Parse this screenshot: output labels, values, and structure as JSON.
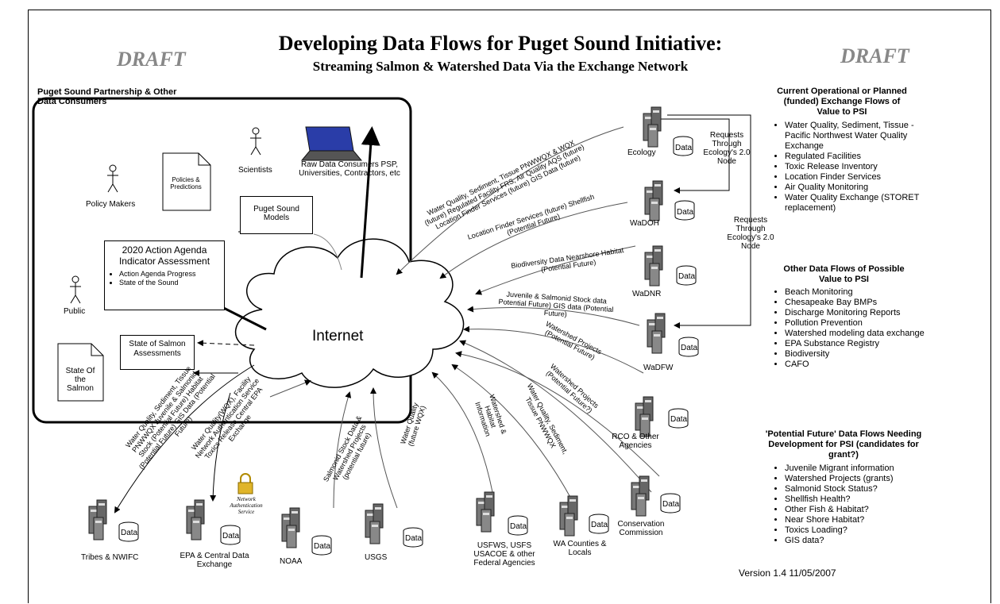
{
  "header": {
    "title": "Developing Data Flows for Puget Sound Initiative:",
    "subtitle": "Streaming Salmon & Watershed Data Via the Exchange Network",
    "draft_left": "DRAFT",
    "draft_right": "DRAFT"
  },
  "consumers": {
    "title": "Puget Sound Partnership & Other  Data Consumers",
    "policy_makers": "Policy Makers",
    "policies_doc": "Policies & Predictions",
    "scientists": "Scientists",
    "raw_consumers": "Raw Data Consumers PSP, Universities, Contractors, etc",
    "models": "Puget Sound Models",
    "action_agenda_title": "2020 Action Agenda Indicator Assessment",
    "action_agenda_items": [
      "Action Agenda Progress",
      "State of the Sound"
    ],
    "public": "Public",
    "salmon_assess": "State of Salmon Assessments",
    "salmon_doc": "State Of the Salmon"
  },
  "center": {
    "internet": "Internet"
  },
  "nodes": {
    "ecology": "Ecology",
    "wadoh": "WaDOH",
    "wadnr": "WaDNR",
    "wadfw": "WaDFW",
    "rco": "RCO & Other Agencies",
    "conservation": "Conservation Commission",
    "counties": "WA Counties & Locals",
    "usfws": "USFWS, USFS USACOE & other Federal Agencies",
    "usgs": "USGS",
    "noaa": "NOAA",
    "epa": "EPA & Central Data Exchange",
    "tribes": "Tribes & NWIFC",
    "data": "Data",
    "network_auth": "Network Authentication Service"
  },
  "requests": {
    "r1": "Requests Through Ecology's 2.0 Node",
    "r2": "Requests Through Ecology's 2.0 Node"
  },
  "flows": {
    "ecology": "Water Quality, Sediment, Tissue PNWWQX & WQX (future) Regulated Facility FRS, Air Quality AQS (future) Location Finder Services (future) GIS Data (future)",
    "wadoh": "Location Finder Services (future) Shellfish (Potential Future)",
    "wadnr": "Biodiversity Data Nearshore Habitat (Potential Future)",
    "wadfw": "Juvenile & Salmonid Stock data Potential Future) GIS data (Potential Future)",
    "rco": "Watershed Projects (Potential Future)",
    "conservation": "Watershed Projects (Potential Future?)",
    "counties": "Water Quality, Sediment, Tissue PNWWQX",
    "usfws": "Watershed & Habitat Information",
    "usgs": "Water Quality (future WQX)",
    "noaa": "Salmonid Stock Data & Watershed Projects (potential future)",
    "epa": "Water Quality(WQX), Facility Network Authentication Service Toxics Release Central EPA Exchange",
    "tribes": "Water Quality, Sediment, Tissue PNWWQX Juvenile & Salmonid Stock (Potential Future) Habitat (Potential Future) GIS Data (Potential Future)"
  },
  "sidebar": {
    "current_title": "Current Operational or Planned (funded) Exchange Flows of Value to PSI",
    "current_items": [
      "Water Quality, Sediment, Tissue - Pacific Northwest Water Quality Exchange",
      "Regulated Facilities",
      "Toxic Release Inventory",
      "Location Finder Services",
      "Air Quality Monitoring",
      "Water Quality Exchange (STORET replacement)"
    ],
    "other_title": "Other Data Flows of Possible Value to PSI",
    "other_items": [
      "Beach Monitoring",
      "Chesapeake Bay BMPs",
      "Discharge Monitoring Reports",
      "Pollution Prevention",
      "Watershed modeling data exchange",
      "EPA Substance Registry",
      "Biodiversity",
      "CAFO"
    ],
    "future_title": "'Potential Future' Data Flows Needing Development for PSI (candidates for grant?)",
    "future_items": [
      "Juvenile Migrant information",
      "Watershed Projects (grants)",
      "Salmonid Stock Status?",
      "Shellfish Health?",
      "Other Fish & Habitat?",
      "Near Shore Habitat?",
      "Toxics Loading?",
      "GIS data?"
    ],
    "version": "Version 1.4 11/05/2007"
  }
}
